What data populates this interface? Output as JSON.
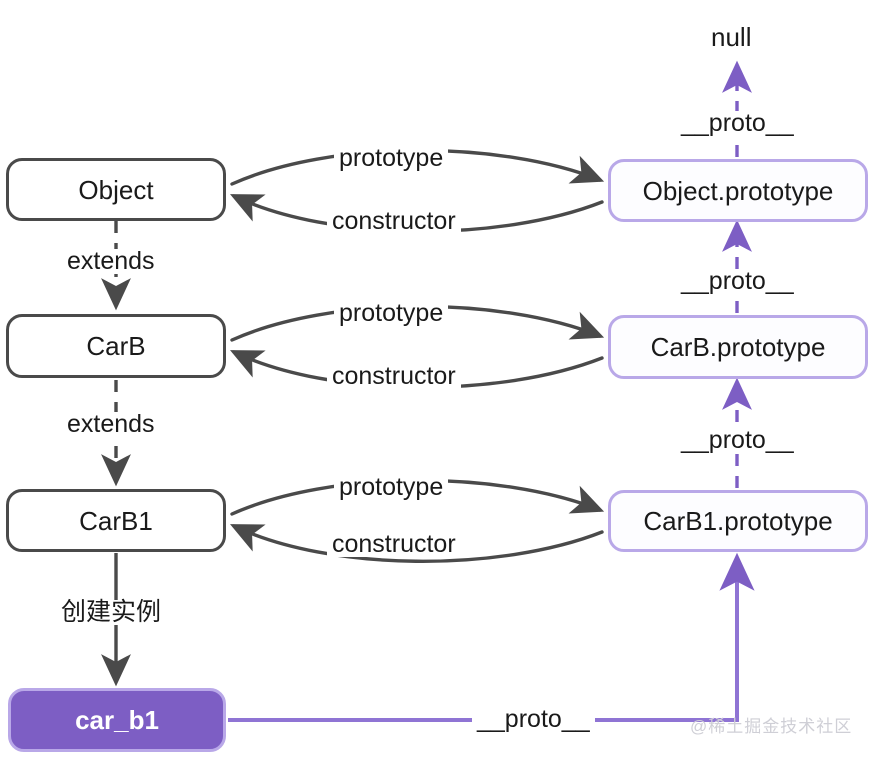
{
  "diagram": {
    "title": "JavaScript prototype chain diagram",
    "colors": {
      "ctor_border": "#4a4a4a",
      "proto_border": "#b9a8e8",
      "instance_fill": "#7d5ec4",
      "arrow_gray": "#4a4a4a",
      "arrow_purple": "#7d5ec4",
      "arrow_purple_light": "#8f74d4",
      "text": "#1a1a1a",
      "watermark": "#cfcfd6",
      "background": "#ffffff"
    },
    "nodes": {
      "null_terminal": {
        "label": "null"
      },
      "object_ctor": {
        "label": "Object"
      },
      "carb_ctor": {
        "label": "CarB"
      },
      "carb1_ctor": {
        "label": "CarB1"
      },
      "object_prototype": {
        "label": "Object.prototype"
      },
      "carb_prototype": {
        "label": "CarB.prototype"
      },
      "carb1_prototype": {
        "label": "CarB1.prototype"
      },
      "instance": {
        "label": "car_b1"
      }
    },
    "edge_labels": {
      "prototype": "prototype",
      "constructor": "constructor",
      "extends": "extends",
      "create_instance": "创建实例",
      "proto": "__proto__"
    },
    "edges": [
      {
        "from": "Object",
        "to": "Object.prototype",
        "label": "prototype",
        "style": "curved-solid",
        "color": "#4a4a4a"
      },
      {
        "from": "Object.prototype",
        "to": "Object",
        "label": "constructor",
        "style": "curved-solid",
        "color": "#4a4a4a"
      },
      {
        "from": "CarB",
        "to": "CarB.prototype",
        "label": "prototype",
        "style": "curved-solid",
        "color": "#4a4a4a"
      },
      {
        "from": "CarB.prototype",
        "to": "CarB",
        "label": "constructor",
        "style": "curved-solid",
        "color": "#4a4a4a"
      },
      {
        "from": "CarB1",
        "to": "CarB1.prototype",
        "label": "prototype",
        "style": "curved-solid",
        "color": "#4a4a4a"
      },
      {
        "from": "CarB1.prototype",
        "to": "CarB1",
        "label": "constructor",
        "style": "curved-solid",
        "color": "#4a4a4a"
      },
      {
        "from": "Object",
        "to": "CarB",
        "label": "extends",
        "style": "vertical-dashed",
        "color": "#4a4a4a"
      },
      {
        "from": "CarB",
        "to": "CarB1",
        "label": "extends",
        "style": "vertical-dashed",
        "color": "#4a4a4a"
      },
      {
        "from": "CarB1",
        "to": "car_b1",
        "label": "创建实例",
        "style": "vertical-solid",
        "color": "#4a4a4a"
      },
      {
        "from": "Object.prototype",
        "to": "null",
        "label": "__proto__",
        "style": "vertical-dashed",
        "color": "#7d5ec4"
      },
      {
        "from": "CarB.prototype",
        "to": "Object.prototype",
        "label": "__proto__",
        "style": "vertical-dashed",
        "color": "#7d5ec4"
      },
      {
        "from": "CarB1.prototype",
        "to": "CarB.prototype",
        "label": "__proto__",
        "style": "vertical-dashed",
        "color": "#7d5ec4"
      },
      {
        "from": "car_b1",
        "to": "CarB1.prototype",
        "label": "__proto__",
        "style": "elbow-solid",
        "color": "#7d5ec4"
      }
    ]
  },
  "watermark": {
    "text": "@稀土掘金技术社区"
  }
}
